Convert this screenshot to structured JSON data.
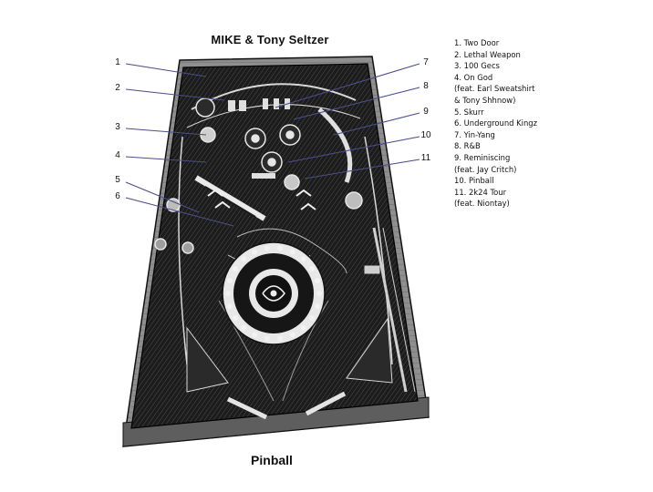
{
  "header": {
    "title": "MIKE & Tony Seltzer"
  },
  "footer": {
    "subtitle": "Pinball"
  },
  "tracklist": [
    "1. Two Door",
    "2. Lethal Weapon",
    "3. 100 Gecs",
    "4. On God",
    "(feat. Earl Sweatshirt",
    "& Tony Shhnow)",
    "5. Skurr",
    "6. Underground Kingz",
    "7. Yin-Yang",
    "8. R&B",
    "9. Reminiscing",
    "(feat. Jay Critch)",
    "10. Pinball",
    "11. 2k24 Tour",
    "(feat. Niontay)"
  ],
  "callouts": {
    "c1": "1",
    "c2": "2",
    "c3": "3",
    "c4": "4",
    "c5": "5",
    "c6": "6",
    "c7": "7",
    "c8": "8",
    "c9": "9",
    "c10": "10",
    "c11": "11"
  },
  "colors": {
    "ink": "#111111",
    "board": "#1a1a1a",
    "board_light": "#3a3a3a",
    "callout_line": "#4a4e8a",
    "paper": "#ffffff"
  }
}
